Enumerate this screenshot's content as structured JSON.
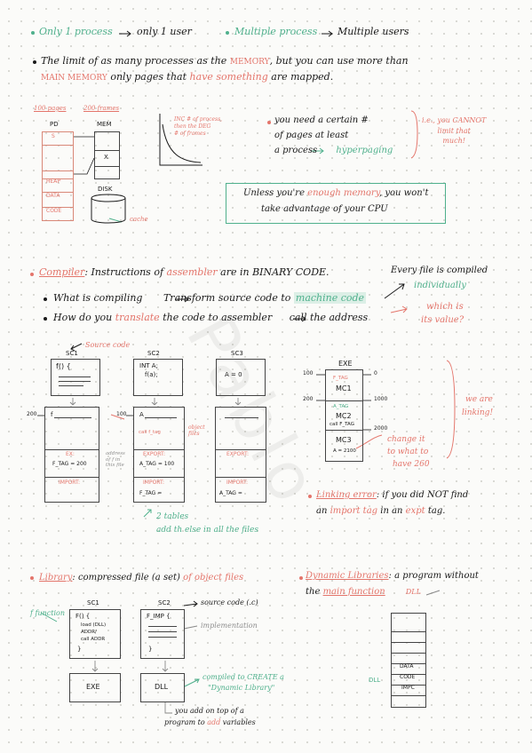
{
  "watermark": "Pablo",
  "top": {
    "l1a": "Only 1 process",
    "l1b": "only 1 user",
    "l1c": "Multiple process",
    "l1d": "Multiple users",
    "l2a": "The limit of as many processes as the",
    "l2mem": "MEMORY",
    "l2b": ", but you can use more than",
    "l3main": "MAIN MEMORY",
    "l3b": "only pages that",
    "l3have": "have something",
    "l3c": "are mapped."
  },
  "mem": {
    "pages": "100 pages",
    "frames": "200 frames",
    "pd": "PD",
    "mem": "MEM",
    "s": "S",
    "x": "X",
    "heap": "HEAP",
    "data": "DATA",
    "code": "CODE",
    "disk": "DISK",
    "cache": "cache",
    "graph1": "INC # of process,",
    "graph2": "then the DEG",
    "graph3": "# of frames",
    "need1": "you need a certain #",
    "need2": "of pages at least",
    "need3": "a process",
    "hyperpaging": "hyperpaging",
    "ie1": "i.e., you CANNOT",
    "ie2": "limit that",
    "ie3": "much!",
    "unless1a": "Unless you're",
    "unless1b": "enough memory",
    "unless1c": ", you won't",
    "unless2": "take advantage of your CPU"
  },
  "compiler": {
    "label": "Compiler",
    "c1a": ": Instructions of",
    "c1b": "assembler",
    "c1c": "are in BINARY CODE.",
    "every1": "Every file is compiled",
    "every2": "individually",
    "q1a": "What is compiling",
    "q1b": "Transform source code to",
    "q1c": "machine code",
    "q2a": "How do you",
    "q2b": "translate",
    "q2c": "the code to assembler",
    "q2d": "call the address",
    "which1": "which is",
    "which2": "its value?",
    "source_code": "Source code",
    "sc1": "SC1",
    "sc2": "SC2",
    "sc3": "SC3",
    "sc1_code": "f() {",
    "sc2_code1": "INT A;",
    "sc2_code2": "f(a);",
    "sc3_code": "A = 0",
    "n200": "200",
    "n100": "100",
    "ob1_code": "f",
    "ob2_code": "A",
    "ob2_call": "call f_tag",
    "object_files": "object files",
    "address": "address of f in this file",
    "ex": "EX:",
    "ftag200": "F_TAG = 200",
    "import": "IMPORT:",
    "export": "EXPORT:",
    "atag100": "A_TAG = 100",
    "ftag": "F_TAG =",
    "atag": "A_TAG =",
    "tables1": "2 tables",
    "tables2": "add th else in all the files",
    "exe": "EXE",
    "e100": "100",
    "e200": "200",
    "e0": "0",
    "e1000": "1000",
    "e2000": "2000",
    "ftag_s": "F_TAG",
    "mc1": "MC1",
    "atag_s": "A_TAG",
    "mc2": "MC2",
    "call_ftag": "call F_TAG",
    "mc3": "MC3",
    "mc3b": "A = 2100",
    "change1": "change it",
    "change2": "to what to",
    "change3": "have 260",
    "linking1": "we are",
    "linking2": "linking!",
    "err1a": "Linking error",
    "err1b": ": if you did NOT find",
    "err2a": "an",
    "err2b": "import tag",
    "err2c": "in an",
    "err2d": "expt",
    "err2e": "tag."
  },
  "library": {
    "label": "Library",
    "l1a": ": compressed file (a set)",
    "l1b": "of object files",
    "ffunction": "f function",
    "sc1": "SC1",
    "sc2": "SC2",
    "code1": "F() {",
    "code2": "load (DLL)",
    "code3": "ADDR/",
    "code4": "call ADDR",
    "code5": "}",
    "fimp": "F_IMP {",
    "fimp_close": "}",
    "source": "source code (.c)",
    "impl": "implementation",
    "exe": "EXE",
    "dll": "DLL",
    "comp1": "compiled to CREATE a",
    "comp2": "\"Dynamic Library\"",
    "add1": "you add on top of a",
    "add2a": "program to",
    "add2b": "add",
    "add2c": "variables",
    "dyn_a": "Dynamic Libraries",
    "dyn_b": ": a program without",
    "dyn_c": "the",
    "dyn_d": "main function",
    "dyn_e": "DLL",
    "dll_label": "DLL",
    "stack_data": "DATA",
    "stack_code": "CODE",
    "stack_impc": "IMPC"
  }
}
